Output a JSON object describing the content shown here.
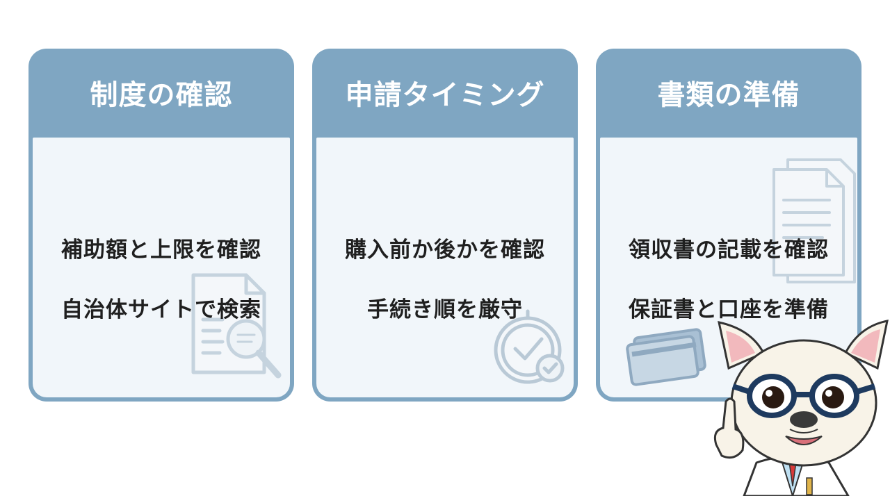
{
  "cards": [
    {
      "title": "制度の確認",
      "lines": [
        "補助額と上限を確認",
        "自治体サイトで検索"
      ],
      "icon": "document-search-icon"
    },
    {
      "title": "申請タイミング",
      "lines": [
        "購入前か後かを確認",
        "手続き順を厳守"
      ],
      "icon": "clock-check-icon"
    },
    {
      "title": "書類の準備",
      "lines": [
        "領収書の記載を確認",
        "保証書と口座を準備"
      ],
      "icon": "documents-cards-icon"
    }
  ],
  "colors": {
    "header": "#7fa6c2",
    "body": "#f1f6fa",
    "text": "#1f1f1f",
    "icon": "#c5d3de"
  },
  "mascot": "french-bulldog-doctor-with-glasses"
}
